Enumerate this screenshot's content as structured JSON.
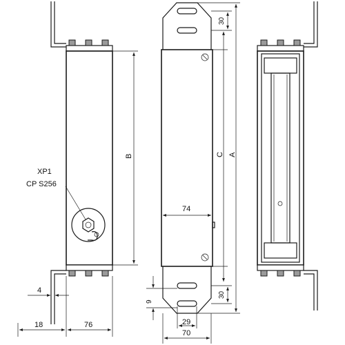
{
  "labels": {
    "connector_name": "XP1",
    "connector_type": "CP S256",
    "dim_b": "B",
    "dim_c": "C",
    "dim_a": "A",
    "dim_74": "74",
    "dim_30_top": "30",
    "dim_30_bottom": "30",
    "dim_9": "9",
    "dim_4": "4",
    "dim_18": "18",
    "dim_76": "76",
    "dim_29": "29",
    "dim_70": "70"
  }
}
